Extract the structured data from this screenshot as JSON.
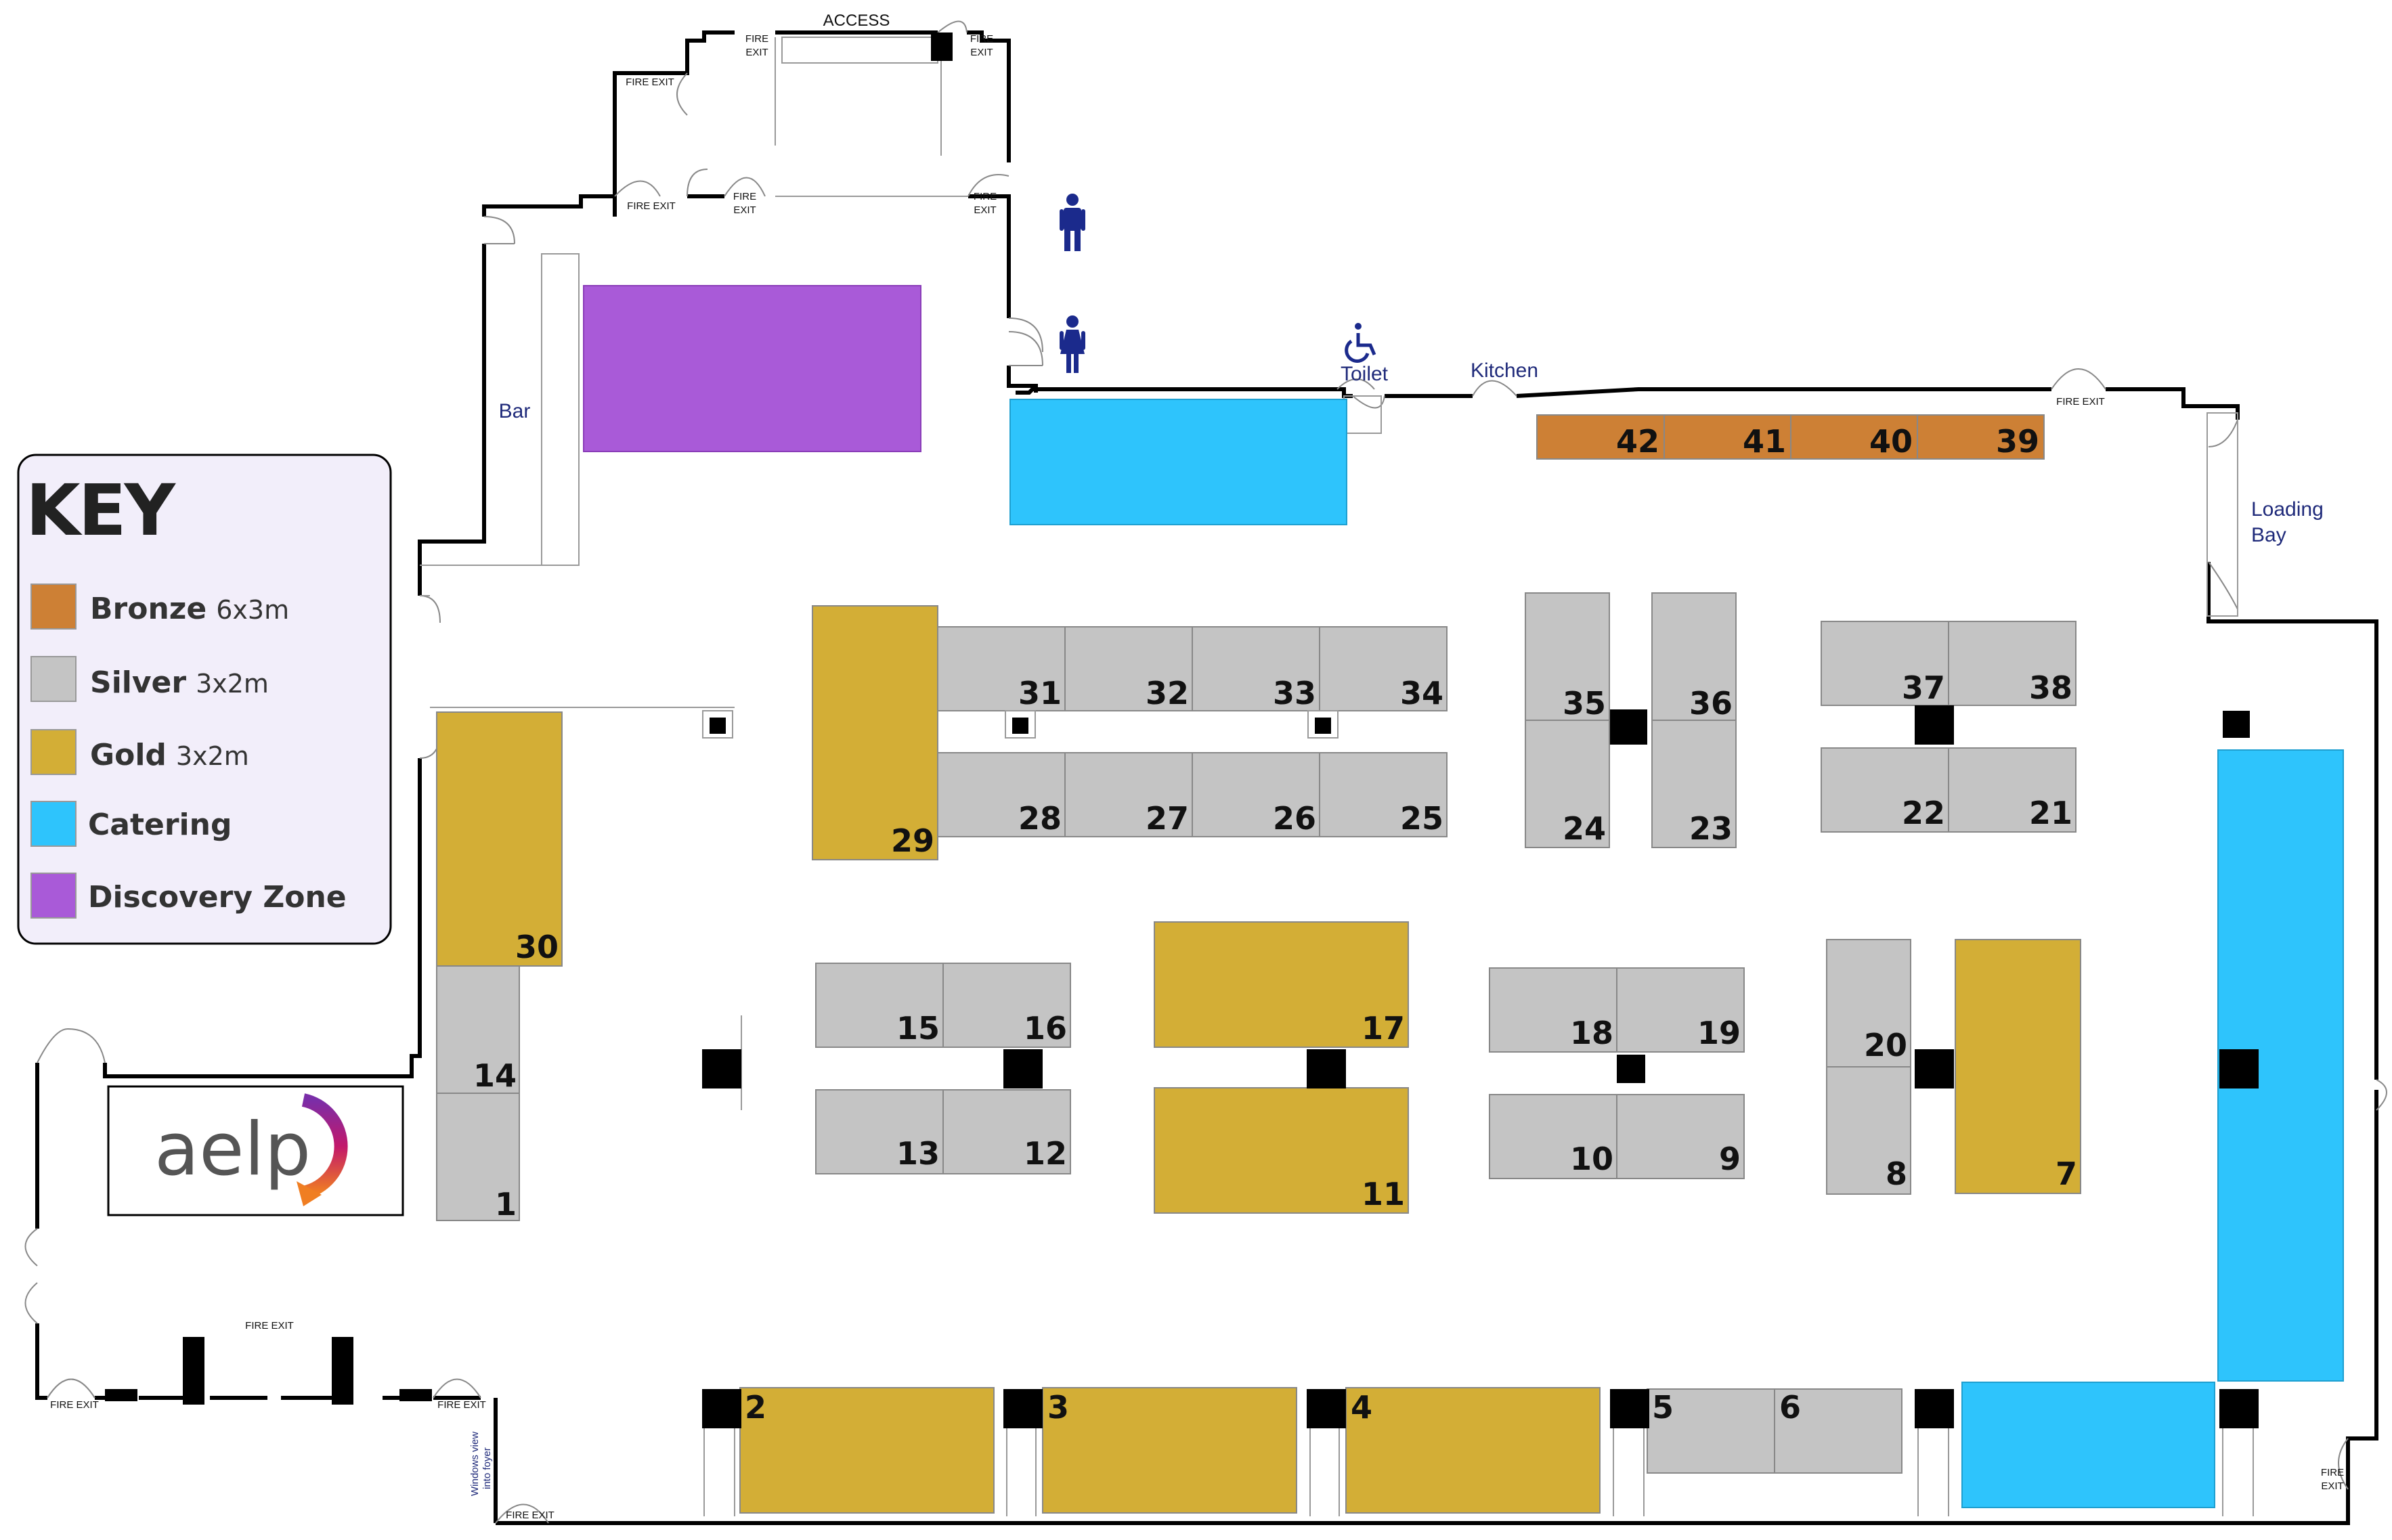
{
  "colors": {
    "bronze": "#cd8035",
    "silver": "#c4c4c4",
    "gold": "#d3ae36",
    "catering": "#2ec4fc",
    "discovery": "#a95ad8",
    "wall": "#000000",
    "key_bg": "#f2eefa",
    "blue_text": "#1f2a7a"
  },
  "key": {
    "title": "KEY",
    "items": [
      {
        "label": "Bronze",
        "size": "6x3m",
        "color": "#cd8035"
      },
      {
        "label": "Silver",
        "size": "3x2m",
        "color": "#c4c4c4"
      },
      {
        "label": "Gold",
        "size": "3x2m",
        "color": "#d3ae36"
      },
      {
        "label": "Catering",
        "size": "",
        "color": "#2ec4fc"
      },
      {
        "label": "Discovery Zone",
        "size": "",
        "color": "#a95ad8"
      }
    ]
  },
  "labels": {
    "access": "ACCESS",
    "fire_exit_top": [
      "FIRE",
      "EXIT"
    ],
    "fire_exit": "FIRE EXIT",
    "bar": "Bar",
    "toilet": "Toilet",
    "kitchen": "Kitchen",
    "loading_bay": [
      "Loading",
      "Bay"
    ],
    "windows": [
      "Windows view",
      "into foyer"
    ],
    "logo": "aelp"
  },
  "icons": [
    "male-toilet-icon",
    "female-toilet-icon",
    "accessible-toilet-icon"
  ],
  "stands": [
    {
      "num": "1",
      "tier": "silver"
    },
    {
      "num": "2",
      "tier": "gold"
    },
    {
      "num": "3",
      "tier": "gold"
    },
    {
      "num": "4",
      "tier": "gold"
    },
    {
      "num": "5",
      "tier": "silver"
    },
    {
      "num": "6",
      "tier": "silver"
    },
    {
      "num": "7",
      "tier": "gold"
    },
    {
      "num": "8",
      "tier": "silver"
    },
    {
      "num": "9",
      "tier": "silver"
    },
    {
      "num": "10",
      "tier": "silver"
    },
    {
      "num": "11",
      "tier": "gold"
    },
    {
      "num": "12",
      "tier": "silver"
    },
    {
      "num": "13",
      "tier": "silver"
    },
    {
      "num": "14",
      "tier": "silver"
    },
    {
      "num": "15",
      "tier": "silver"
    },
    {
      "num": "16",
      "tier": "silver"
    },
    {
      "num": "17",
      "tier": "gold"
    },
    {
      "num": "18",
      "tier": "silver"
    },
    {
      "num": "19",
      "tier": "silver"
    },
    {
      "num": "20",
      "tier": "silver"
    },
    {
      "num": "21",
      "tier": "silver"
    },
    {
      "num": "22",
      "tier": "silver"
    },
    {
      "num": "23",
      "tier": "silver"
    },
    {
      "num": "24",
      "tier": "silver"
    },
    {
      "num": "25",
      "tier": "silver"
    },
    {
      "num": "26",
      "tier": "silver"
    },
    {
      "num": "27",
      "tier": "silver"
    },
    {
      "num": "28",
      "tier": "silver"
    },
    {
      "num": "29",
      "tier": "gold"
    },
    {
      "num": "30",
      "tier": "gold"
    },
    {
      "num": "31",
      "tier": "silver"
    },
    {
      "num": "32",
      "tier": "silver"
    },
    {
      "num": "33",
      "tier": "silver"
    },
    {
      "num": "34",
      "tier": "silver"
    },
    {
      "num": "35",
      "tier": "silver"
    },
    {
      "num": "36",
      "tier": "silver"
    },
    {
      "num": "37",
      "tier": "silver"
    },
    {
      "num": "38",
      "tier": "silver"
    },
    {
      "num": "39",
      "tier": "bronze"
    },
    {
      "num": "40",
      "tier": "bronze"
    },
    {
      "num": "41",
      "tier": "bronze"
    },
    {
      "num": "42",
      "tier": "bronze"
    }
  ]
}
